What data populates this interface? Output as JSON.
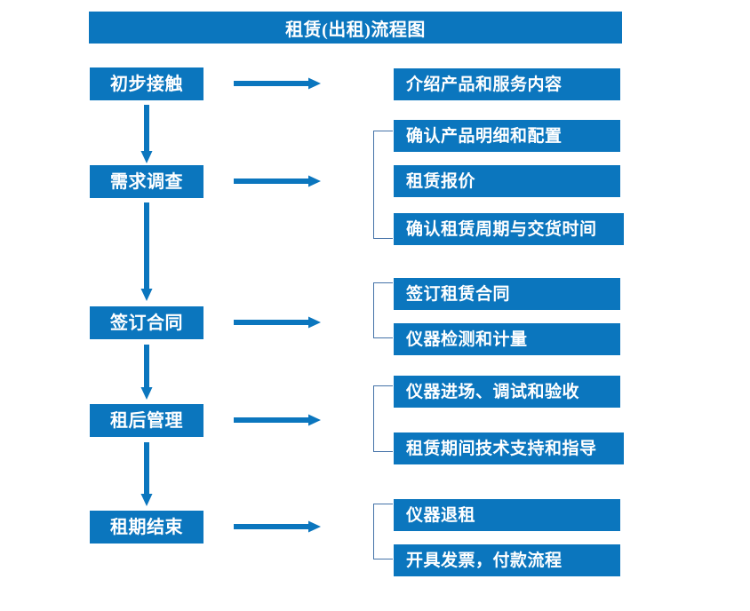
{
  "diagram": {
    "title": "租赁(出租)流程图",
    "colors": {
      "box_fill": "#0b76be",
      "box_text": "#ffffff",
      "arrow": "#0b76be",
      "bracket": "#4472a8",
      "background": "#ffffff"
    },
    "stages": [
      {
        "label": "初步接触"
      },
      {
        "label": "需求调查"
      },
      {
        "label": "签订合同"
      },
      {
        "label": "租后管理"
      },
      {
        "label": "租期结束"
      }
    ],
    "details": [
      {
        "label": "介绍产品和服务内容"
      },
      {
        "label": "确认产品明细和配置"
      },
      {
        "label": "租赁报价"
      },
      {
        "label": "确认租赁周期与交货时间"
      },
      {
        "label": "签订租赁合同"
      },
      {
        "label": "仪器检测和计量"
      },
      {
        "label": "仪器进场、调试和验收"
      },
      {
        "label": "租赁期间技术支持和指导"
      },
      {
        "label": "仪器退租"
      },
      {
        "label": "开具发票，付款流程"
      }
    ],
    "arrows": {
      "horizontal_count": 5,
      "vertical_count": 4,
      "direction_horizontal": "right",
      "direction_vertical": "down"
    },
    "brackets": {
      "count": 4,
      "groups": [
        [
          "确认产品明细和配置",
          "租赁报价",
          "确认租赁周期与交货时间"
        ],
        [
          "签订租赁合同",
          "仪器检测和计量"
        ],
        [
          "仪器进场、调试和验收",
          "租赁期间技术支持和指导"
        ],
        [
          "仪器退租",
          "开具发票，付款流程"
        ]
      ]
    }
  }
}
